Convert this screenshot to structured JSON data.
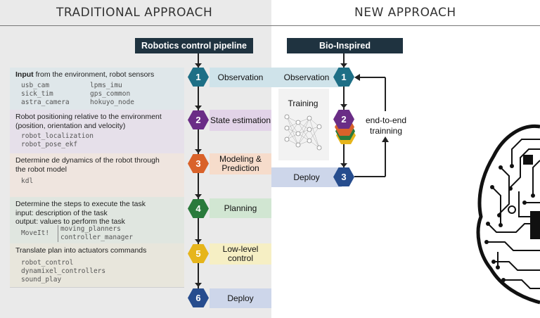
{
  "headers": {
    "traditional": "TRADITIONAL APPROACH",
    "new": "NEW APPROACH"
  },
  "pipelines": {
    "left": "Robotics control pipeline",
    "right": "Bio-Inspired"
  },
  "left_sections": [
    {
      "title_bold": "Input",
      "title_rest": " from the environment, robot sensors",
      "pkgs_col1": [
        "usb_cam",
        "sick_tim",
        "astra_camera"
      ],
      "pkgs_col2": [
        "lpms_imu",
        "gps_common",
        "hokuyo_node"
      ]
    },
    {
      "lines": [
        "Robot positioning relative to the environment",
        "(position, orientation and velocity)"
      ],
      "pkgs": [
        "robot_localization",
        "robot_pose_ekf"
      ]
    },
    {
      "lines": [
        "Determine de dynamics of the robot through",
        "the robot model"
      ],
      "pkgs": [
        "kdl"
      ]
    },
    {
      "lines": [
        "Determine the steps to execute the task",
        "input: description of the task",
        "output: values to perform the task"
      ],
      "pkg_main": "MoveIt!",
      "pkgs": [
        "moving_planners",
        "controller_manager"
      ]
    },
    {
      "lines": [
        "Translate plan into actuators commands"
      ],
      "pkgs": [
        "robot_control",
        "dynamixel_controllers",
        "sound_play"
      ]
    }
  ],
  "stages": [
    {
      "num": "1",
      "label": "Observation",
      "color": "#1e6f86",
      "band": "#cfe3ea"
    },
    {
      "num": "2",
      "label": "State estimation",
      "color": "#6a2d86",
      "band": "#e2d3e8"
    },
    {
      "num": "3",
      "label": "Modeling & Prediction",
      "color": "#d9622a",
      "band": "#f6dccb"
    },
    {
      "num": "4",
      "label": "Planning",
      "color": "#2a7a3c",
      "band": "#d1e6d2"
    },
    {
      "num": "5",
      "label": "Low-level control",
      "color": "#e6b51c",
      "band": "#f6efc4"
    },
    {
      "num": "6",
      "label": "Deploy",
      "color": "#274d8e",
      "band": "#cdd6ea"
    }
  ],
  "bio": {
    "observation": "Observation",
    "training": "Training",
    "deploy": "Deploy",
    "loop_line1": "end-to-end",
    "loop_line2": "trainning",
    "nums": [
      "1",
      "2",
      "3"
    ]
  }
}
